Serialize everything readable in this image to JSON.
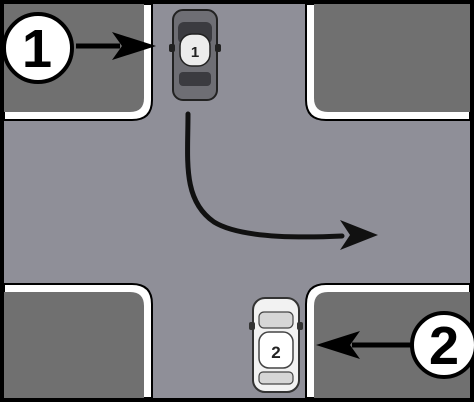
{
  "colors": {
    "frame": "#000000",
    "road": "#8f8f98",
    "block": "#707070",
    "curb": "#ffffff",
    "car1_body": "#6e6e74",
    "car1_roof": "#ececec",
    "car2_body": "#f2f2f2",
    "car2_roof": "#ffffff",
    "arrow": "#111111",
    "callout_fill": "#ffffff"
  },
  "callouts": [
    {
      "id": "callout-1",
      "label": "1"
    },
    {
      "id": "callout-2",
      "label": "2"
    }
  ],
  "cars": [
    {
      "id": "car-1",
      "label": "1",
      "heading": "south"
    },
    {
      "id": "car-2",
      "label": "2",
      "heading": "north"
    }
  ],
  "path": {
    "from": "car-1",
    "turn": "left"
  }
}
